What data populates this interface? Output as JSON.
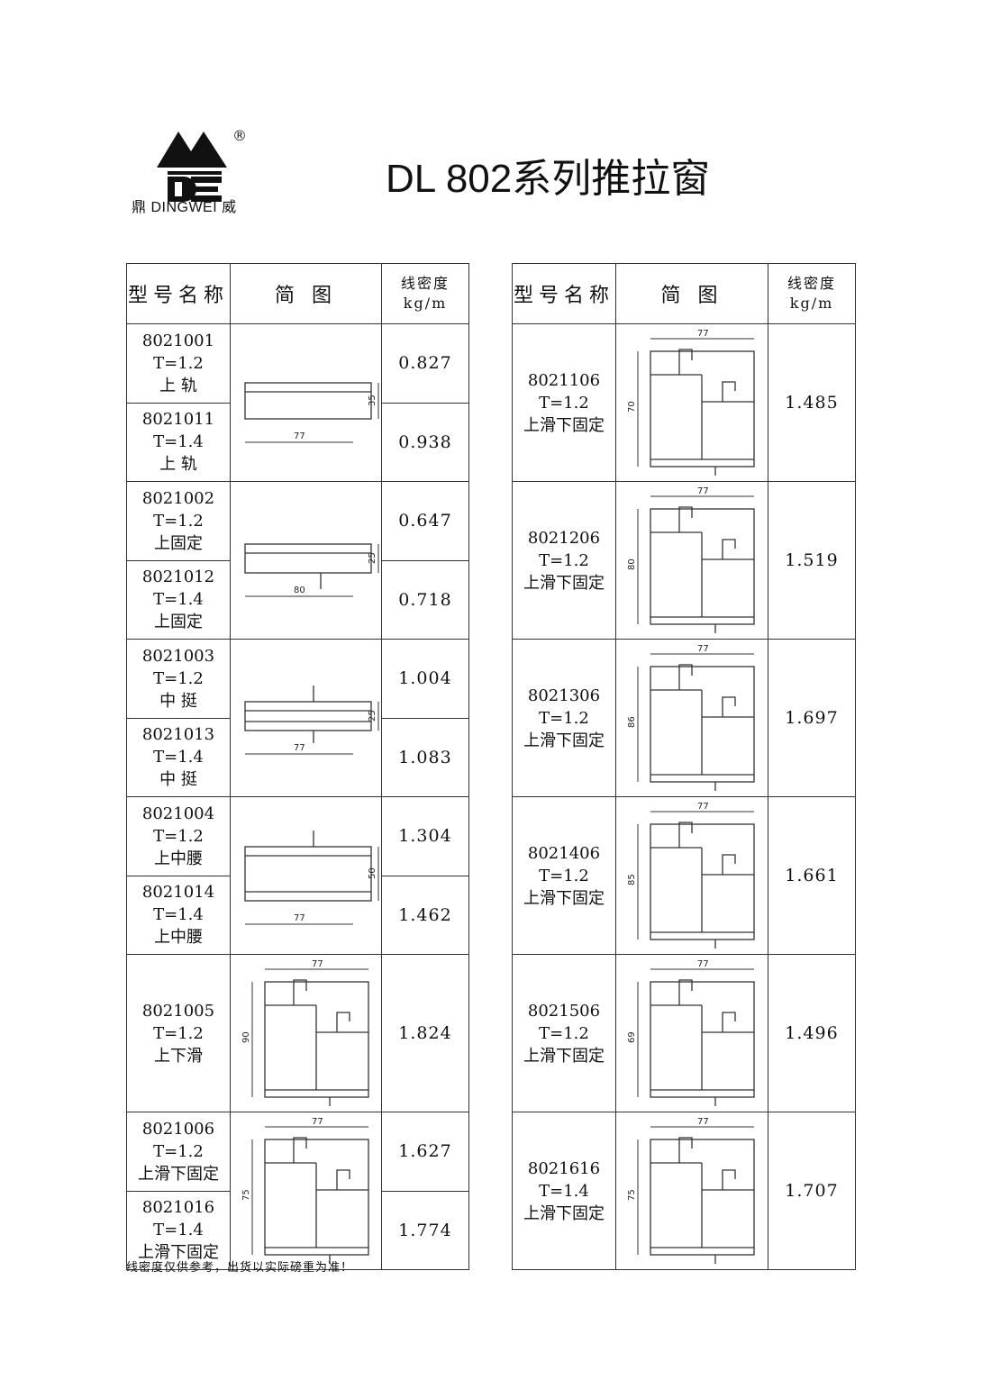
{
  "header": {
    "brand": "鼎 DINGWEI 威",
    "logo_letters": "DE",
    "registered_mark": "®",
    "title": "DL 802系列推拉窗"
  },
  "columns": {
    "model": "型号名称",
    "diagram": "简 图",
    "density_line1": "线密度",
    "density_line2": "kg/m"
  },
  "left_table": [
    {
      "shape": "rail",
      "width": "77",
      "height": "35",
      "items": [
        {
          "code": "8021001",
          "thickness": "T=1.2",
          "name": "上 轨",
          "density": "0.827"
        },
        {
          "code": "8021011",
          "thickness": "T=1.4",
          "name": "上 轨",
          "density": "0.938"
        }
      ]
    },
    {
      "shape": "channel",
      "width": "80",
      "height": "25",
      "items": [
        {
          "code": "8021002",
          "thickness": "T=1.2",
          "name": "上固定",
          "density": "0.647"
        },
        {
          "code": "8021012",
          "thickness": "T=1.4",
          "name": "上固定",
          "density": "0.718"
        }
      ]
    },
    {
      "shape": "mullion",
      "width": "77",
      "height": "25",
      "items": [
        {
          "code": "8021003",
          "thickness": "T=1.2",
          "name": "中 挺",
          "density": "1.004"
        },
        {
          "code": "8021013",
          "thickness": "T=1.4",
          "name": "中 挺",
          "density": "1.083"
        }
      ]
    },
    {
      "shape": "waist",
      "width": "77",
      "height": "50",
      "items": [
        {
          "code": "8021004",
          "thickness": "T=1.2",
          "name": "上中腰",
          "density": "1.304"
        },
        {
          "code": "8021014",
          "thickness": "T=1.4",
          "name": "上中腰",
          "density": "1.462"
        }
      ]
    },
    {
      "shape": "frame",
      "width": "77",
      "height": "90",
      "items": [
        {
          "code": "8021005",
          "thickness": "T=1.2",
          "name": "上下滑",
          "density": "1.824"
        }
      ]
    },
    {
      "shape": "frame",
      "width": "77",
      "height": "75",
      "items": [
        {
          "code": "8021006",
          "thickness": "T=1.2",
          "name": "上滑下固定",
          "density": "1.627"
        },
        {
          "code": "8021016",
          "thickness": "T=1.4",
          "name": "上滑下固定",
          "density": "1.774"
        }
      ]
    }
  ],
  "right_table": [
    {
      "shape": "frame",
      "width": "77",
      "height": "70",
      "items": [
        {
          "code": "8021106",
          "thickness": "T=1.2",
          "name": "上滑下固定",
          "density": "1.485"
        }
      ]
    },
    {
      "shape": "frame",
      "width": "77",
      "height": "80",
      "items": [
        {
          "code": "8021206",
          "thickness": "T=1.2",
          "name": "上滑下固定",
          "density": "1.519"
        }
      ]
    },
    {
      "shape": "frame",
      "width": "77",
      "height": "86",
      "items": [
        {
          "code": "8021306",
          "thickness": "T=1.2",
          "name": "上滑下固定",
          "density": "1.697"
        }
      ]
    },
    {
      "shape": "frame",
      "width": "77",
      "height": "85",
      "items": [
        {
          "code": "8021406",
          "thickness": "T=1.2",
          "name": "上滑下固定",
          "density": "1.661"
        }
      ]
    },
    {
      "shape": "frame",
      "width": "77",
      "height": "69",
      "items": [
        {
          "code": "8021506",
          "thickness": "T=1.2",
          "name": "上滑下固定",
          "density": "1.496"
        }
      ]
    },
    {
      "shape": "frame",
      "width": "77",
      "height": "75",
      "items": [
        {
          "code": "8021616",
          "thickness": "T=1.4",
          "name": "上滑下固定",
          "density": "1.707"
        }
      ]
    }
  ],
  "footer_note": "线密度仅供参考，出货以实际磅重为准！"
}
